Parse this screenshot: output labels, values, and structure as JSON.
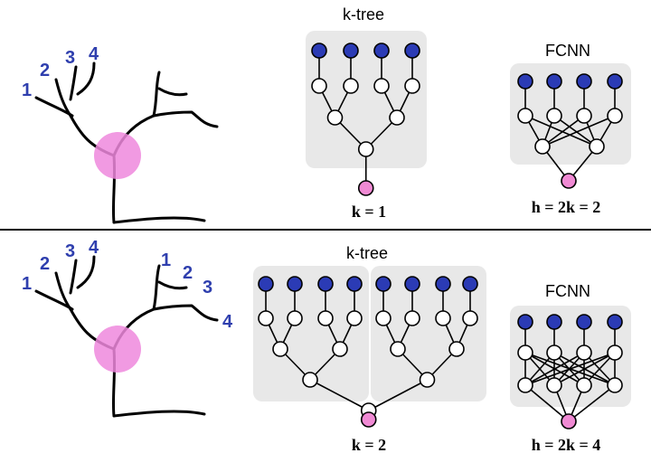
{
  "top": {
    "dendrite_labels": [
      "1",
      "2",
      "3",
      "4"
    ],
    "ktree_title": "k-tree",
    "ktree_caption": "k = 1",
    "fcnn_title": "FCNN",
    "fcnn_caption": "h = 2k = 2"
  },
  "bottom": {
    "dendrite_labels_a": [
      "1",
      "2",
      "3",
      "4"
    ],
    "dendrite_labels_b": [
      "1",
      "2",
      "3",
      "4"
    ],
    "ktree_title": "k-tree",
    "ktree_caption": "k = 2",
    "fcnn_title": "FCNN",
    "fcnn_caption": "h = 2k = 4"
  },
  "colors": {
    "input_node": "#2b3bb5",
    "output_node": "#f08ad4",
    "soma": "#ee88dd",
    "label_blue": "#2f3fae",
    "panel": "#e8e8e8",
    "divider": "#000000"
  }
}
